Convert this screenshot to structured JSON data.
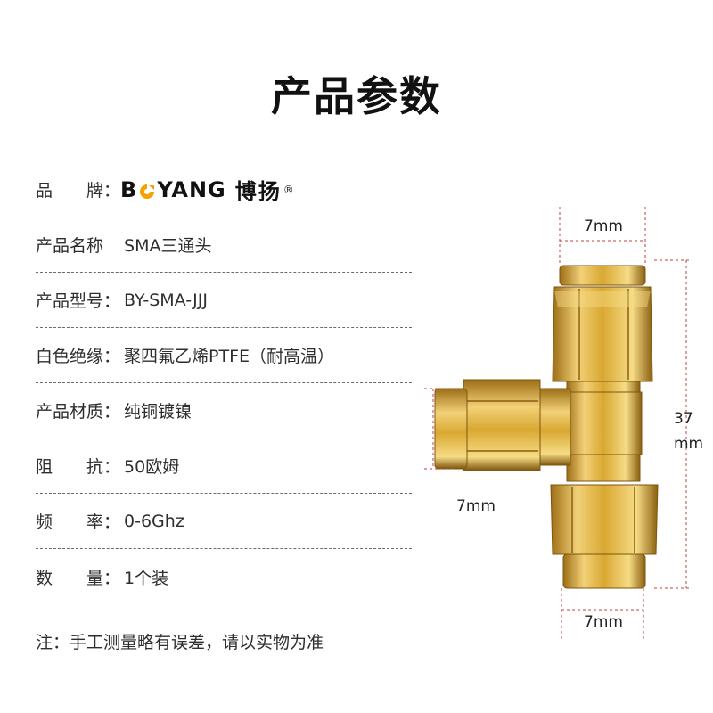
{
  "title": "产品参数",
  "specs": [
    {
      "label": "品　　牌：",
      "value": ""
    },
    {
      "label": "产品名称　",
      "value": "SMA三通头"
    },
    {
      "label": "产品型号：",
      "value": "BY-SMA-JJJ"
    },
    {
      "label": "白色绝缘：",
      "value": "聚四氟乙烯PTFE（耐高温）"
    },
    {
      "label": "产品材质：",
      "value": "纯铜镀镍"
    },
    {
      "label": "阻　　抗：",
      "value": "50欧姆"
    },
    {
      "label": "频　　率：",
      "value": "0-6Ghz"
    },
    {
      "label": "数　　量：",
      "value": "1个装"
    }
  ],
  "brand": {
    "latin_b": "B",
    "latin_rest": "YANG",
    "cn": "博扬",
    "registered": "®"
  },
  "note": "注：手工测量略有误差，请以实物为准",
  "dimensions": {
    "top_width": "7mm",
    "height_value": "37",
    "height_unit": "mm",
    "side_width": "7mm",
    "bottom_width": "7mm"
  },
  "colors": {
    "gold": "#d9a832",
    "gold_dark": "#9c6d14",
    "gold_light": "#f6dc86",
    "brand_accent": "#f5a300",
    "dim_line": "#c04040"
  }
}
